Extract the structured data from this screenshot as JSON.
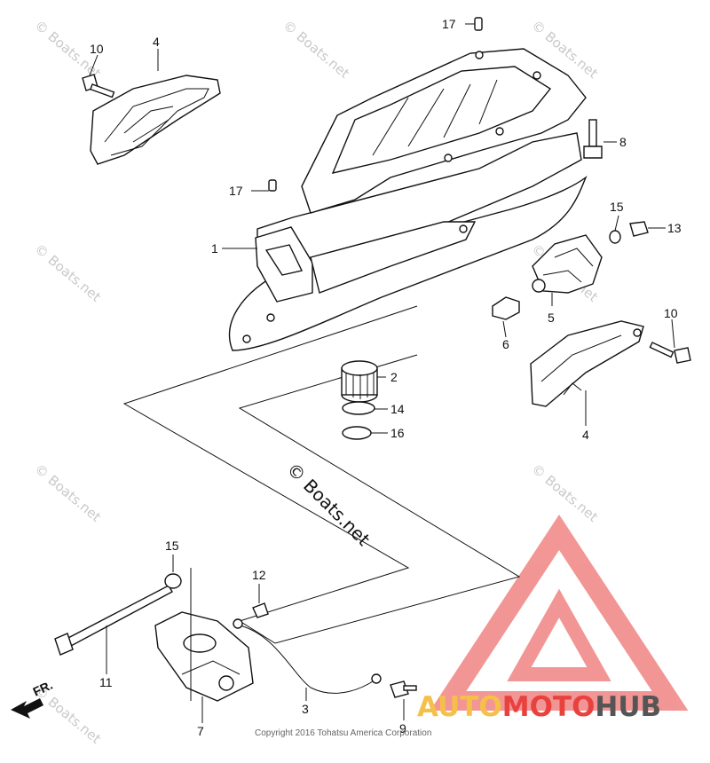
{
  "callouts": [
    "17",
    "10",
    "4",
    "8",
    "17",
    "15",
    "13",
    "1",
    "5",
    "10",
    "6",
    "2",
    "14",
    "16",
    "4",
    "15",
    "12",
    "11",
    "3",
    "7",
    "9"
  ],
  "watermark_text": "© Boats.net",
  "center_watermark": "© Boats.net",
  "front_label": "FR.",
  "brand": {
    "part1": "AUTO",
    "part2": "MOTO",
    "part3": "HUB",
    "color1": "#f5c04a",
    "color2": "#e8423f",
    "color3": "#555555",
    "logo_color": "#e8423f"
  },
  "copyright": "Copyright 2016 Tohatsu America Corporation"
}
